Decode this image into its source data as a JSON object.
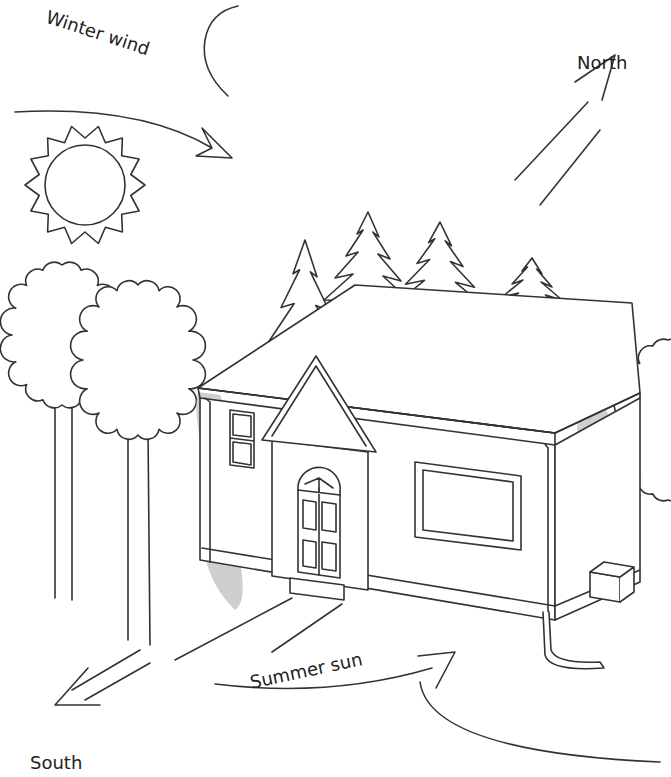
{
  "diagram": {
    "labels": [
      "Winter wind",
      "North",
      "South",
      "Summer sun"
    ]
  }
}
